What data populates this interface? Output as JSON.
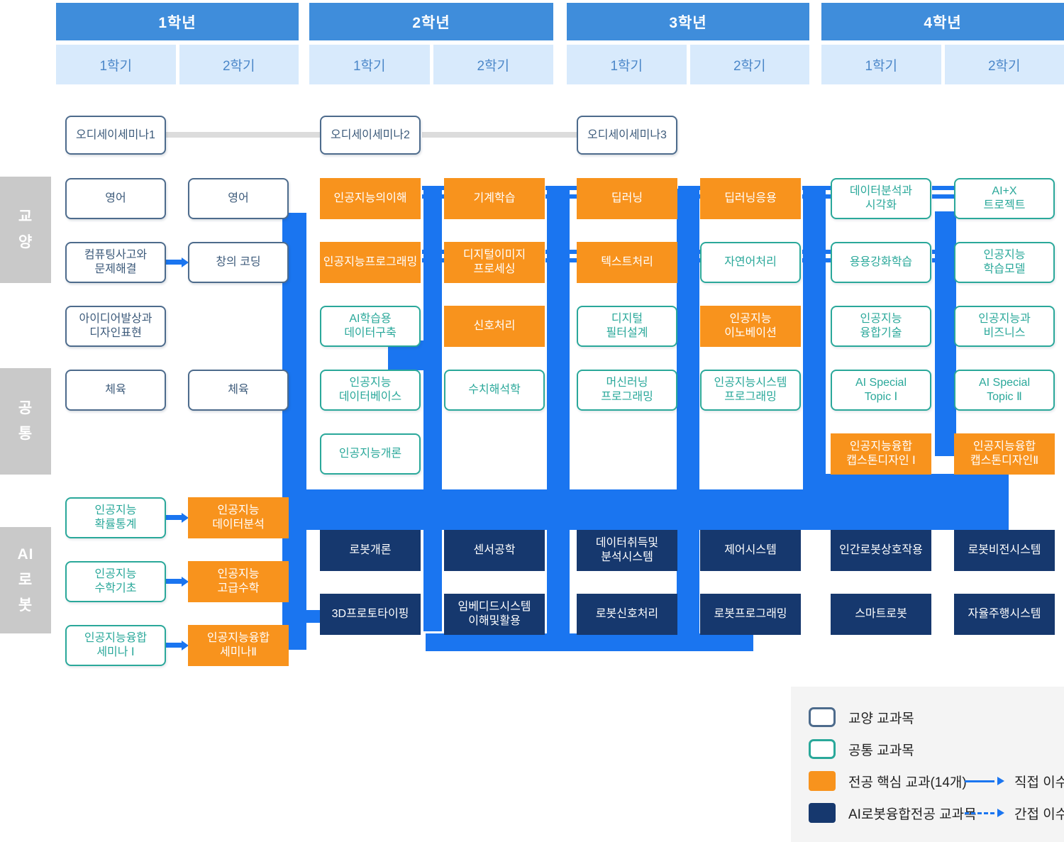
{
  "header": {
    "years": [
      {
        "label": "1학년",
        "semesters": [
          "1학기",
          "2학기"
        ]
      },
      {
        "label": "2학년",
        "semesters": [
          "1학기",
          "2학기"
        ]
      },
      {
        "label": "3학년",
        "semesters": [
          "1학기",
          "2학기"
        ]
      },
      {
        "label": "4학년",
        "semesters": [
          "1학기",
          "2학기"
        ]
      }
    ]
  },
  "sections": [
    {
      "label": "교양",
      "chars": [
        "교",
        "양"
      ]
    },
    {
      "label": "공통",
      "chars": [
        "공",
        "통"
      ]
    },
    {
      "label": "AI로봇",
      "chars": [
        "AI",
        "로",
        "봇"
      ]
    }
  ],
  "courses": [
    {
      "lines": [
        "오디세이세미나1"
      ],
      "type": "gyoyang",
      "col": 1,
      "row": "r0"
    },
    {
      "lines": [
        "오디세이세미나2"
      ],
      "type": "gyoyang",
      "col": 3,
      "row": "r0"
    },
    {
      "lines": [
        "오디세이세미나3"
      ],
      "type": "gyoyang",
      "col": 5,
      "row": "r0"
    },
    {
      "lines": [
        "영어"
      ],
      "type": "gyoyang",
      "col": 1,
      "row": "r1"
    },
    {
      "lines": [
        "영어"
      ],
      "type": "gyoyang",
      "col": 2,
      "row": "r1"
    },
    {
      "lines": [
        "인공지능의이해"
      ],
      "type": "core",
      "col": 3,
      "row": "r1"
    },
    {
      "lines": [
        "기계학습"
      ],
      "type": "core",
      "col": 4,
      "row": "r1"
    },
    {
      "lines": [
        "딥러닝"
      ],
      "type": "core",
      "col": 5,
      "row": "r1"
    },
    {
      "lines": [
        "딥러닝응용"
      ],
      "type": "core",
      "col": 6,
      "row": "r1"
    },
    {
      "lines": [
        "데이터분석과",
        "시각화"
      ],
      "type": "common",
      "col": 7,
      "row": "r1"
    },
    {
      "lines": [
        "AI+X",
        "트로젝트"
      ],
      "type": "common",
      "col": 8,
      "row": "r1"
    },
    {
      "lines": [
        "컴퓨팅사고와",
        "문제해결"
      ],
      "type": "gyoyang",
      "col": 1,
      "row": "r2"
    },
    {
      "lines": [
        "창의 코딩"
      ],
      "type": "gyoyang",
      "col": 2,
      "row": "r2"
    },
    {
      "lines": [
        "인공지능프로그래밍"
      ],
      "type": "core",
      "col": 3,
      "row": "r2"
    },
    {
      "lines": [
        "디지털이미지",
        "프로세싱"
      ],
      "type": "core",
      "col": 4,
      "row": "r2"
    },
    {
      "lines": [
        "텍스트처리"
      ],
      "type": "core",
      "col": 5,
      "row": "r2"
    },
    {
      "lines": [
        "자연어처리"
      ],
      "type": "common",
      "col": 6,
      "row": "r2"
    },
    {
      "lines": [
        "용용강화학습"
      ],
      "type": "common",
      "col": 7,
      "row": "r2"
    },
    {
      "lines": [
        "인공지능",
        "학습모델"
      ],
      "type": "common",
      "col": 8,
      "row": "r2"
    },
    {
      "lines": [
        "아이디어발상과",
        "디자인표현"
      ],
      "type": "gyoyang",
      "col": 1,
      "row": "r3"
    },
    {
      "lines": [
        "AI학습용",
        "데이터구축"
      ],
      "type": "common",
      "col": 3,
      "row": "r3"
    },
    {
      "lines": [
        "신호처리"
      ],
      "type": "core",
      "col": 4,
      "row": "r3"
    },
    {
      "lines": [
        "디지털",
        "필터설계"
      ],
      "type": "common",
      "col": 5,
      "row": "r3"
    },
    {
      "lines": [
        "인공지능",
        "이노베이션"
      ],
      "type": "core",
      "col": 6,
      "row": "r3"
    },
    {
      "lines": [
        "인공지능",
        "융합기술"
      ],
      "type": "common",
      "col": 7,
      "row": "r3"
    },
    {
      "lines": [
        "인공지능과",
        "비즈니스"
      ],
      "type": "common",
      "col": 8,
      "row": "r3"
    },
    {
      "lines": [
        "체육"
      ],
      "type": "gyoyang",
      "col": 1,
      "row": "r4"
    },
    {
      "lines": [
        "체육"
      ],
      "type": "gyoyang",
      "col": 2,
      "row": "r4"
    },
    {
      "lines": [
        "인공지능",
        "데이터베이스"
      ],
      "type": "common",
      "col": 3,
      "row": "r4"
    },
    {
      "lines": [
        "수치해석학"
      ],
      "type": "common",
      "col": 4,
      "row": "r4"
    },
    {
      "lines": [
        "머신러닝",
        "프로그래밍"
      ],
      "type": "common",
      "col": 5,
      "row": "r4"
    },
    {
      "lines": [
        "인공지능시스템",
        "프로그래밍"
      ],
      "type": "common",
      "col": 6,
      "row": "r4"
    },
    {
      "lines": [
        "AI Special",
        "Topic Ⅰ"
      ],
      "type": "common",
      "col": 7,
      "row": "r4"
    },
    {
      "lines": [
        "AI Special",
        "Topic Ⅱ"
      ],
      "type": "common",
      "col": 8,
      "row": "r4"
    },
    {
      "lines": [
        "인공지능개론"
      ],
      "type": "common",
      "col": 3,
      "row": "r5"
    },
    {
      "lines": [
        "인공지능융합",
        "캡스톤디자인 Ⅰ"
      ],
      "type": "core",
      "col": 7,
      "row": "r5"
    },
    {
      "lines": [
        "인공지능융합",
        "캡스톤디자인Ⅱ"
      ],
      "type": "core",
      "col": 8,
      "row": "r5"
    },
    {
      "lines": [
        "인공지능",
        "확률통계"
      ],
      "type": "common",
      "col": 1,
      "row": "r6"
    },
    {
      "lines": [
        "인공지능",
        "데이터분석"
      ],
      "type": "core",
      "col": 2,
      "row": "r6"
    },
    {
      "lines": [
        "인공지능",
        "수학기초"
      ],
      "type": "common",
      "col": 1,
      "row": "r7"
    },
    {
      "lines": [
        "인공지능",
        "고급수학"
      ],
      "type": "core",
      "col": 2,
      "row": "r7"
    },
    {
      "lines": [
        "인공지능융합",
        "세미나 Ⅰ"
      ],
      "type": "common",
      "col": 1,
      "row": "r8"
    },
    {
      "lines": [
        "인공지능융합",
        "세미나Ⅱ"
      ],
      "type": "core",
      "col": 2,
      "row": "r8"
    },
    {
      "lines": [
        "로봇개론"
      ],
      "type": "robot",
      "col": 3,
      "row": "na"
    },
    {
      "lines": [
        "센서공학"
      ],
      "type": "robot",
      "col": 4,
      "row": "na"
    },
    {
      "lines": [
        "데이터취득및",
        "분석시스템"
      ],
      "type": "robot",
      "col": 5,
      "row": "na"
    },
    {
      "lines": [
        "제어시스템"
      ],
      "type": "robot",
      "col": 6,
      "row": "na"
    },
    {
      "lines": [
        "인간로봇상호작용"
      ],
      "type": "robot",
      "col": 7,
      "row": "na"
    },
    {
      "lines": [
        "로봇비전시스템"
      ],
      "type": "robot",
      "col": 8,
      "row": "na"
    },
    {
      "lines": [
        "3D프로토타이핑"
      ],
      "type": "robot",
      "col": 3,
      "row": "nb"
    },
    {
      "lines": [
        "임베디드시스템",
        "이해및활용"
      ],
      "type": "robot",
      "col": 4,
      "row": "nb"
    },
    {
      "lines": [
        "로봇신호처리"
      ],
      "type": "robot",
      "col": 5,
      "row": "nb"
    },
    {
      "lines": [
        "로봇프로그래밍"
      ],
      "type": "robot",
      "col": 6,
      "row": "nb"
    },
    {
      "lines": [
        "스마트로봇"
      ],
      "type": "robot",
      "col": 7,
      "row": "nb"
    },
    {
      "lines": [
        "자율주행시스템"
      ],
      "type": "robot",
      "col": 8,
      "row": "nb"
    }
  ],
  "legend": {
    "items": [
      {
        "label": "교양 교과목",
        "type": "gyoyang"
      },
      {
        "label": "공통 교과목",
        "type": "common"
      },
      {
        "label": "전공 핵심 교과(14개)",
        "type": "core"
      },
      {
        "label": "AI로봇융합전공 교과목",
        "type": "robot"
      }
    ],
    "arrows": [
      {
        "label": "직접 이수",
        "style": "solid"
      },
      {
        "label": "간접 이수",
        "style": "dashed"
      }
    ]
  },
  "colors": {
    "header_year": "#3f8ddb",
    "header_semester_bg": "#d8eafc",
    "header_semester_text": "#4b87c9",
    "connector_blue": "#1a75f0",
    "core_orange": "#f8931d",
    "robot_navy": "#16386e",
    "gyoyang_border": "#4d6b8c",
    "common_border": "#2aa89a",
    "section_gray": "#c9c9c9"
  }
}
